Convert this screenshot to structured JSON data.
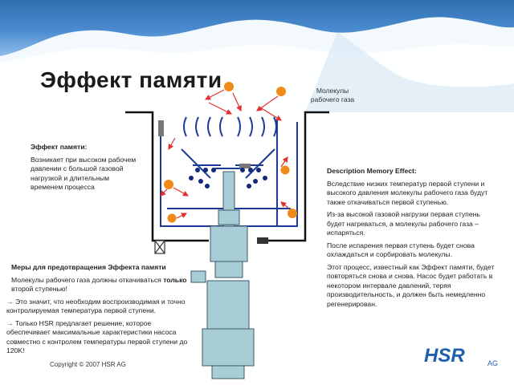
{
  "title": "Эффект памяти",
  "molecules_label": "Молекулы рабочего газа",
  "left_top": {
    "heading": "Эффект памяти:",
    "text": "Возникает при высоком рабочем давлении с большой газовой нагрузкой и длительным временем процесса"
  },
  "left_bottom": {
    "heading": "Меры для предотвращения Эффекта памяти",
    "intro_pre": "Молекулы рабочего газа должны откачиваться ",
    "intro_bold": "только",
    "intro_post": " второй ступенью!",
    "bullet1": "Это значит, что необходим воспроизводимая и точно контролируемая температура первой ступени.",
    "bullet2": "Только HSR предлагает решение, которое обеспечивает максимальные характеристики насоса совместно с контролем температуры первой ступени до 120K!",
    "bullet_symbol": "→"
  },
  "right": {
    "heading": "Description Memory Effect:",
    "p1": "Вследствие низких температур первой ступени и высокого давления молекулы рабочего газа будут также откачиваться первой ступенью.",
    "p2": "Из-за высокой газовой нагрузки первая ступень будет нагреваться, а молекулы рабочего газа – испаряться.",
    "p3": "После испарения первая ступень будет снова охлаждаться и сорбировать молекулы.",
    "p4": "Этот процесс, известный как Эффект памяти, будет повторяться снова и снова. Насос будет работать в некотором интервале давлений, теряя производительность, и должен быть немедленно регенерирован."
  },
  "copyright": "Copyright © 2007 HSR AG",
  "logo": {
    "text": "HSR",
    "suffix": "AG"
  },
  "colors": {
    "molecule": "#f08a1a",
    "arrow": "#e03030",
    "frame": "#111111",
    "pump_body": "#a9cdd6",
    "pump_stroke": "#3a5a66",
    "array": "#1a3a9a",
    "dot": "#13287a",
    "brand": "#1e5fae"
  }
}
